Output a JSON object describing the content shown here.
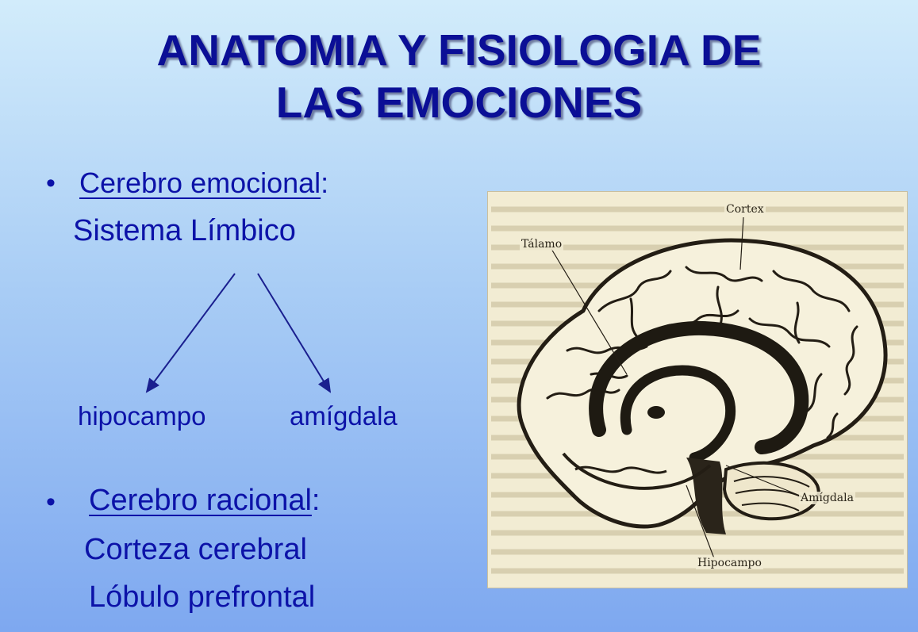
{
  "title": {
    "line1": "ANATOMIA Y FISIOLOGIA DE",
    "line2": "LAS EMOCIONES"
  },
  "section1": {
    "heading": "Cerebro emocional",
    "colon": ":",
    "subtitle": "Sistema Límbico",
    "branches": [
      "hipocampo",
      "amígdala"
    ]
  },
  "section2": {
    "heading": "Cerebro racional",
    "colon": ":",
    "items": [
      "Corteza cerebral",
      "Lóbulo prefrontal"
    ]
  },
  "figure": {
    "labels": {
      "cortex": "Cortex",
      "talamo": "Tálamo",
      "amigdala": "Amígdala",
      "hipocampo": "Hipocampo"
    }
  },
  "colors": {
    "title": "#0b0f96",
    "text": "#0c12a8",
    "background_top": "#d2ecfb",
    "background_bottom": "#7ea8f0"
  }
}
